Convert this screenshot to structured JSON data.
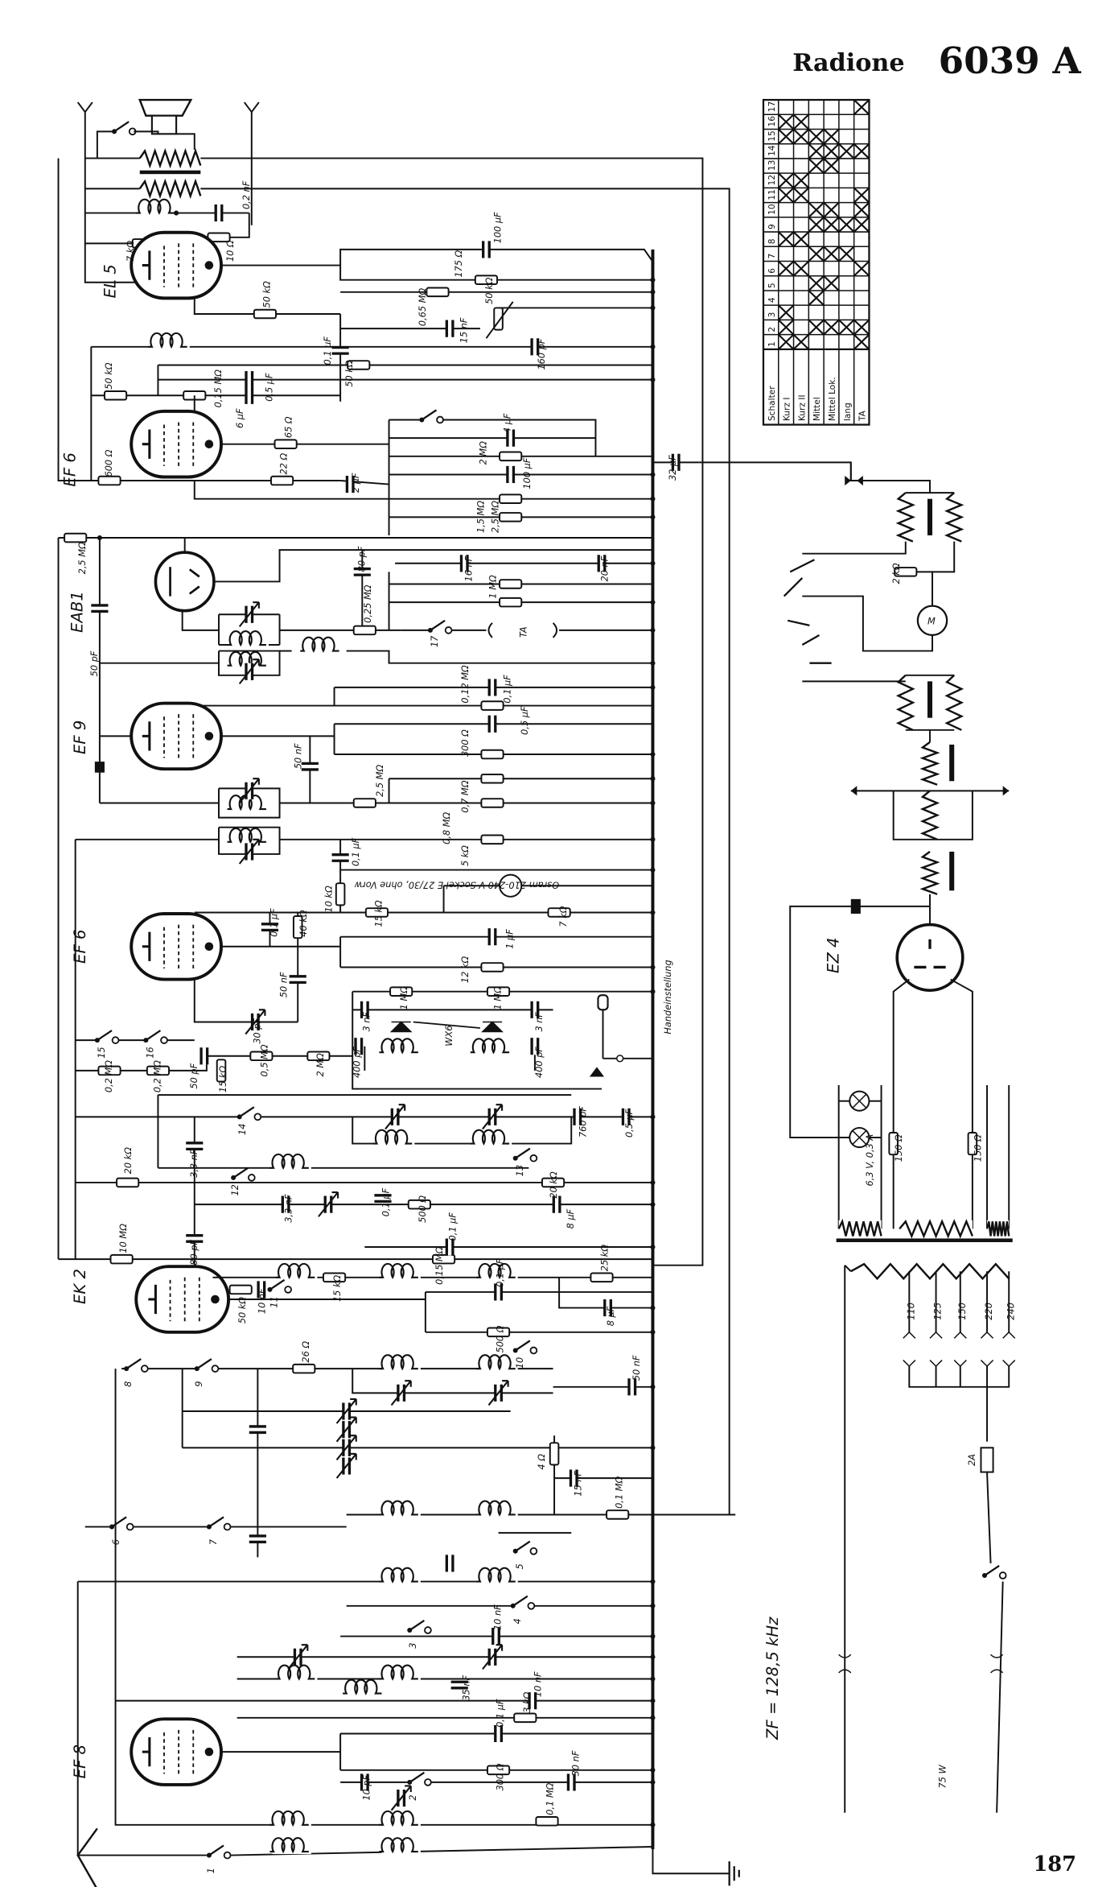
{
  "title": {
    "brand": "Radione",
    "model": "6039 A"
  },
  "page_number": "187",
  "tubes": {
    "el5": "EL 5",
    "ef6a": "EF 6",
    "eab1": "EAB1",
    "ef9": "EF 9",
    "ef6b": "EF 6",
    "ek2": "EK 2",
    "ef8": "EF 8",
    "ez4": "EZ 4"
  },
  "switch_table": {
    "header": "Schalter",
    "ranges": [
      "Kurz I",
      "Kurz II",
      "Mittel",
      "Mittel Lok.",
      "lang",
      "TA"
    ],
    "rows": [
      {
        "n": "1",
        "closed": [
          "Kurz I",
          "Kurz II",
          "TA"
        ]
      },
      {
        "n": "2",
        "closed": [
          "Kurz I",
          "Mittel",
          "Mittel Lok.",
          "lang",
          "TA"
        ]
      },
      {
        "n": "3",
        "closed": [
          "Kurz I"
        ]
      },
      {
        "n": "4",
        "closed": [
          "Mittel"
        ]
      },
      {
        "n": "5",
        "closed": [
          "Mittel",
          "Mittel Lok."
        ]
      },
      {
        "n": "6",
        "closed": [
          "Kurz I",
          "Kurz II",
          "TA"
        ]
      },
      {
        "n": "7",
        "closed": [
          "Mittel",
          "Mittel Lok.",
          "lang"
        ]
      },
      {
        "n": "8",
        "closed": [
          "Kurz I",
          "Kurz II"
        ]
      },
      {
        "n": "9",
        "closed": [
          "Mittel",
          "Mittel Lok.",
          "lang",
          "TA"
        ]
      },
      {
        "n": "10",
        "closed": [
          "Mittel",
          "Mittel Lok.",
          "TA"
        ]
      },
      {
        "n": "11",
        "closed": [
          "Kurz I",
          "Kurz II",
          "TA"
        ]
      },
      {
        "n": "12",
        "closed": [
          "Kurz I",
          "Kurz II"
        ]
      },
      {
        "n": "13",
        "closed": [
          "Mittel",
          "Mittel Lok."
        ]
      },
      {
        "n": "14",
        "closed": [
          "Mittel",
          "Mittel Lok.",
          "lang",
          "TA"
        ]
      },
      {
        "n": "15",
        "closed": [
          "Kurz I",
          "Kurz II",
          "Mittel",
          "Mittel Lok."
        ]
      },
      {
        "n": "16",
        "closed": [
          "Kurz I",
          "Kurz II"
        ]
      },
      {
        "n": "17",
        "closed": [
          "TA"
        ]
      }
    ]
  },
  "labels": {
    "c02nF": "0,2 nF",
    "r10": "10 Ω",
    "r7k": "7 kΩ",
    "c100uF": "100 μF",
    "r175": "175 Ω",
    "r50k_g": "50 kΩ",
    "r065M": "0,65 MΩ",
    "c15nF": "15 nF",
    "p50k": "50 kΩ",
    "c01a": "0,1 μF",
    "c160p": "160 pF",
    "r50k_b": "50 kΩ",
    "r50k_c": "50 kΩ",
    "r015M": "0,15 MΩ",
    "c05a": "0,5 μF",
    "c6uF": "6 μF",
    "r65": "65 Ω",
    "c4uF": "4 μF",
    "r2M": "2 MΩ",
    "c100uF2": "100 μF",
    "r600": "600 Ω",
    "r22": "22 Ω",
    "c2uF": "2 μF",
    "r15M": "1,5 MΩ",
    "r25M": "2,5 MΩ",
    "c32uF": "32 μF",
    "r25Mb": "2,5 MΩ",
    "c50pF": "50 pF",
    "c80pF": "80 pF",
    "r025M": "0,25 MΩ",
    "c16nF": "16 nF",
    "c20nF": "20 nF",
    "r1M": "1 MΩ",
    "ta": "TA",
    "r012M": "0,12 MΩ",
    "c01b": "0,1 μF",
    "r300": "300 Ω",
    "c05b": "0,5 μF",
    "c50nF": "50 nF",
    "r25Mc": "2,5 MΩ",
    "r07M": "0,7 MΩ",
    "r08M": "0,8 MΩ",
    "r5k": "5 kΩ",
    "c01c": "0,1 μF",
    "r10k": "10 kΩ",
    "osram": "Osram 210-240 V Sockel E 27/30, ohne Vorw",
    "c01d": "0,1 μF",
    "r40k": "40 kΩ",
    "r15k": "15 kΩ",
    "r7kb": "7 kΩ",
    "r12k": "12 kΩ",
    "c1uF": "1 μF",
    "c50nFb": "50 nF",
    "c30pF": "30 pF",
    "r15kb": "15 kΩ",
    "r05M": "0,5 MΩ",
    "r2Mb": "2 MΩ",
    "c3nF": "3 nF",
    "r1Mb": "1 MΩ",
    "r1Mc": "1 MΩ",
    "c3nFb": "3 nF",
    "c400a": "400 pF",
    "c400b": "400 pF",
    "wx6": "WX6",
    "hand": "Handeinstellung",
    "r02a": "0,2 MΩ",
    "r02b": "0,2 MΩ",
    "c50pFb": "50 pF",
    "r20k": "20 kΩ",
    "c33nF": "3,3 nF",
    "c760": "760 pF",
    "c05c": "0,5 μF",
    "r20kb": "20 kΩ",
    "c8uF": "8 μF",
    "c01e": "0,1 μF",
    "r500": "500 Ω",
    "c33nFb": "3,3 nF",
    "c80pFb": "80 pF",
    "r10M": "10 MΩ",
    "r015Mb": "0,15 MΩ",
    "c01f": "0,1 μF",
    "r25k": "25 kΩ",
    "c8uFb": "8 μF",
    "c10nF": "10 nF",
    "r50kd": "50 kΩ",
    "r15kc": "15 kΩ",
    "c01g": "0,1 μF",
    "r500b": "500 Ω",
    "r26": "26 Ω",
    "c50nFc": "50 nF",
    "r4": "4 Ω",
    "c15nFb": "15 nF",
    "r01M": "0,1 MΩ",
    "c10nFb": "10 nF",
    "c35nF": "35 nF",
    "r3k": "3 kΩ",
    "c10nFc": "10 nF",
    "r300b": "300 Ω",
    "c01h": "0,1 μF",
    "c10pF": "10 pF",
    "c30nF": "30 nF",
    "r01Mb": "0,1 MΩ",
    "r2k": "2 kΩ",
    "motor": "M",
    "lamp": "6,3 V, 0,3 A",
    "r150a": "150 Ω",
    "r150b": "150 Ω",
    "t110": "110",
    "t125": "125",
    "t150": "150",
    "t220": "220",
    "t240": "240",
    "fuse": "2A",
    "zf": "ZF = 128,5 kHz",
    "watt": "75 W",
    "s1": "1",
    "s2": "2",
    "s3": "3",
    "s4": "4",
    "s5": "5",
    "s6": "6",
    "s7": "7",
    "s8": "8",
    "s9": "9",
    "s10": "10",
    "s11": "11",
    "s12": "12",
    "s13": "13",
    "s14": "14",
    "s15": "15",
    "s16": "16",
    "s17": "17"
  }
}
